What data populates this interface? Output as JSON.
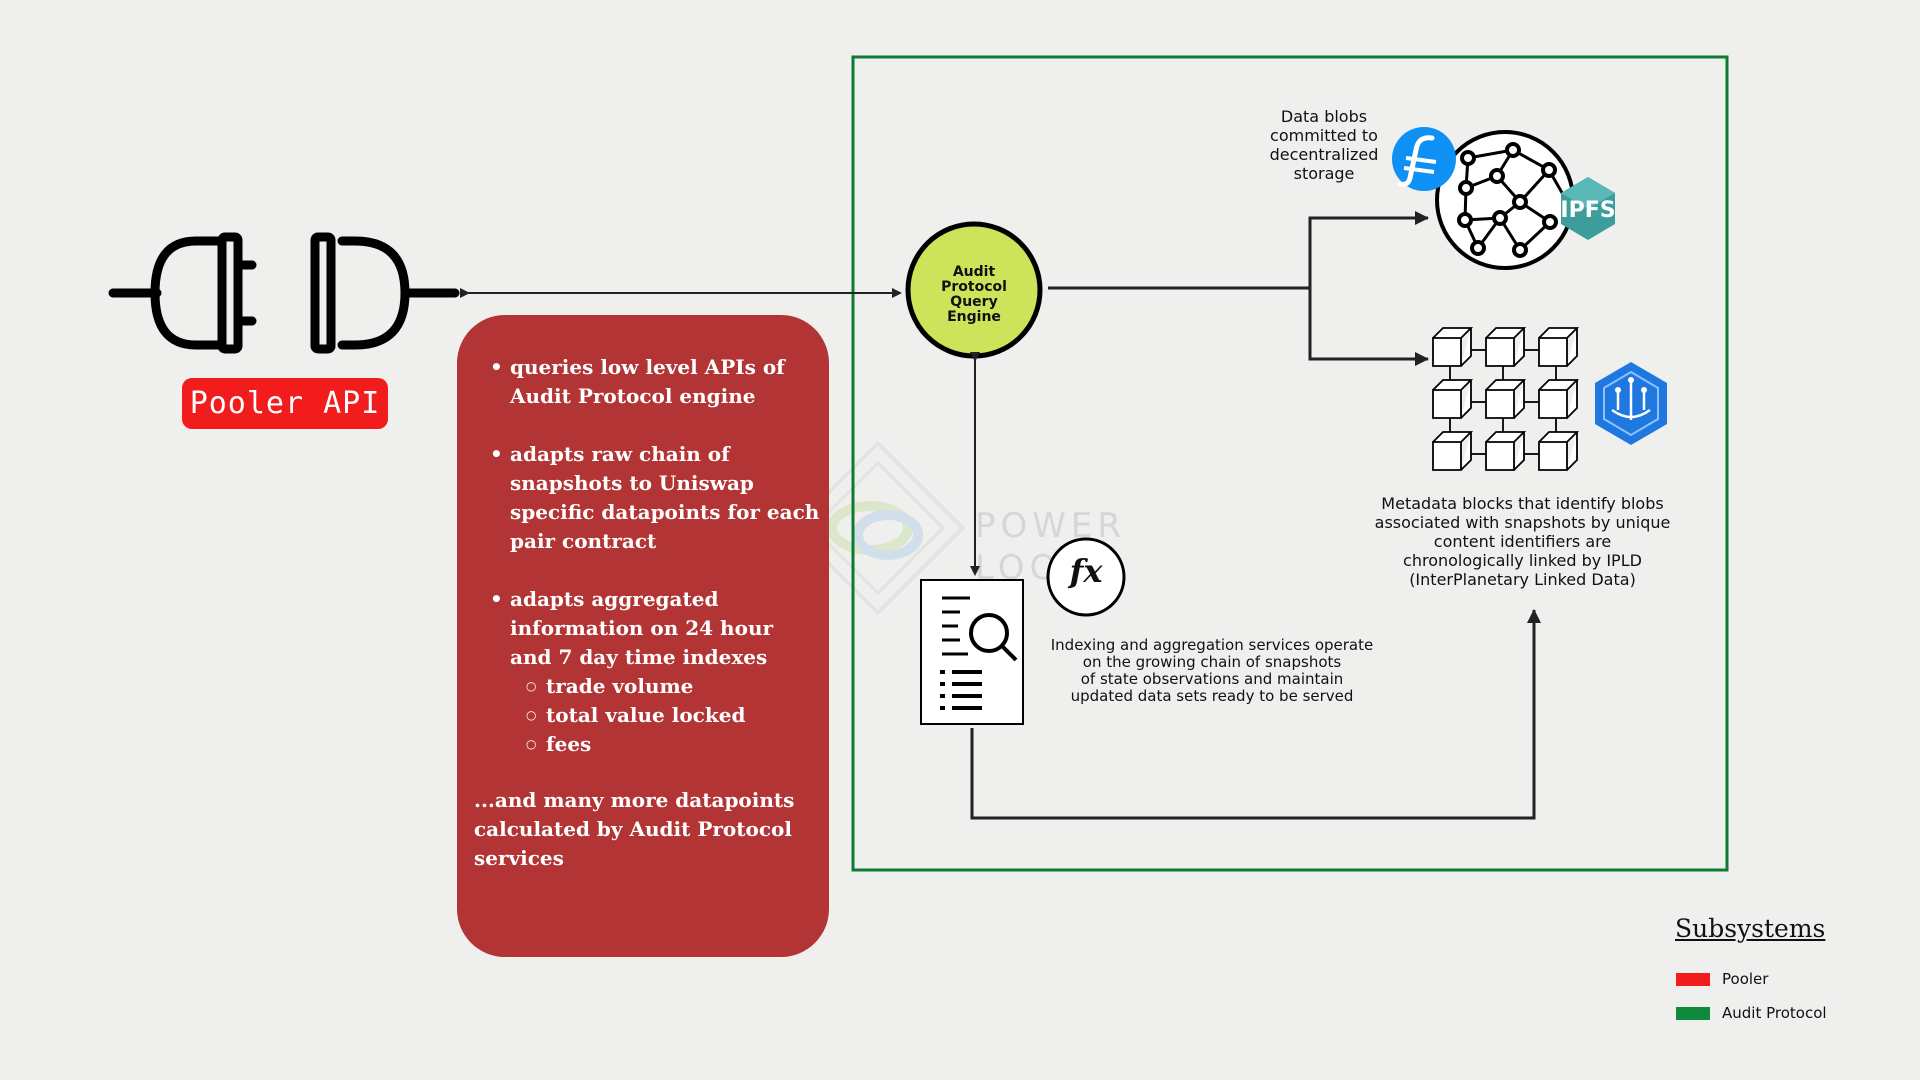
{
  "pooler_api": {
    "label": "Pooler API",
    "color": "#f21c1c"
  },
  "engine": {
    "label_lines": [
      "Audit",
      "Protocol",
      "Query",
      "Engine"
    ],
    "fill": "#cce35a"
  },
  "storage_caption": [
    "Data blobs",
    "committed to",
    "decentralized",
    "storage"
  ],
  "ipfs_label": "IPFS",
  "metadata_caption": [
    "Metadata blocks that identify blobs",
    "associated with snapshots by unique",
    "content identifiers are",
    "chronologically linked by IPLD",
    "(InterPlanetary Linked Data)"
  ],
  "indexing_caption": [
    "Indexing and aggregation services operate",
    "on the growing chain of snapshots",
    "of state observations and maintain",
    "updated data sets ready to be served"
  ],
  "fx_label": "fx",
  "watermark": [
    "POWER",
    "LOOM"
  ],
  "pooler_box": {
    "bullets": [
      {
        "text": "queries low level APIs of Audit Protocol engine"
      },
      {
        "text": "adapts raw chain of snapshots to Uniswap specific datapoints for each pair contract"
      },
      {
        "text": "adapts aggregated information on 24 hour and 7 day time indexes",
        "subs": [
          "trade volume",
          "total value locked",
          "fees"
        ]
      }
    ],
    "footer": "...and many more datapoints calculated by Audit Protocol services"
  },
  "legend": {
    "title": "Subsystems",
    "items": [
      {
        "label": "Pooler",
        "color": "#f21c1c"
      },
      {
        "label": "Audit Protocol",
        "color": "#0e8a3c"
      }
    ]
  }
}
